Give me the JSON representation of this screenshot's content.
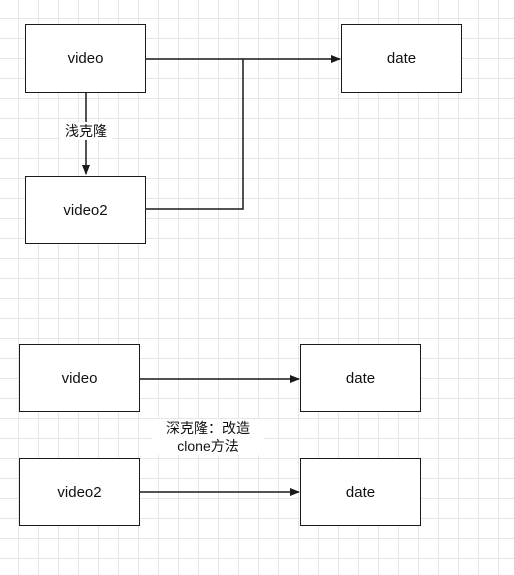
{
  "shallow": {
    "video": "video",
    "video2": "video2",
    "date": "date",
    "edge_label": "浅克隆"
  },
  "deep": {
    "video": "video",
    "video2": "video2",
    "date_1": "date",
    "date_2": "date",
    "label_line1": "深克隆：改造",
    "label_line2": "clone方法"
  }
}
